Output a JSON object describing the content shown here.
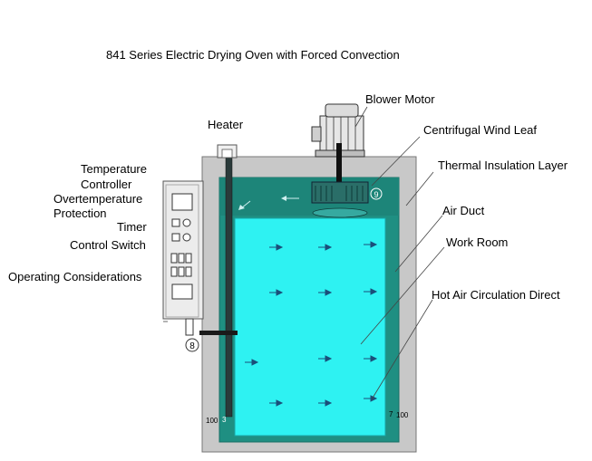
{
  "title": "841 Series Electric Drying Oven with Forced Convection",
  "labels": {
    "heater": "Heater",
    "blower_motor": "Blower Motor",
    "centrifugal_wind_leaf": "Centrifugal Wind Leaf",
    "thermal_insulation_layer": "Thermal Insulation Layer",
    "air_duct": "Air Duct",
    "work_room": "Work Room",
    "hot_air_circulation": "Hot Air Circulation Direct",
    "temperature_controller_1": "Temperature",
    "temperature_controller_2": "Controller",
    "overtemperature_1": "Overtemperature",
    "overtemperature_2": "Protection",
    "timer": "Timer",
    "control_switch": "Control Switch",
    "operating_considerations": "Operating Considerations"
  },
  "markers": {
    "circle_8": "8",
    "circle_9": "9",
    "left_bottom": "100",
    "right_bottom": "100",
    "left_small": "3",
    "right_small": "7"
  },
  "colors": {
    "cabinet_gray": "#c8c8c8",
    "duct_teal": "#1f8f82",
    "work_room_cyan": "#2ef2f2",
    "arrow_color": "#1a4f7a"
  }
}
